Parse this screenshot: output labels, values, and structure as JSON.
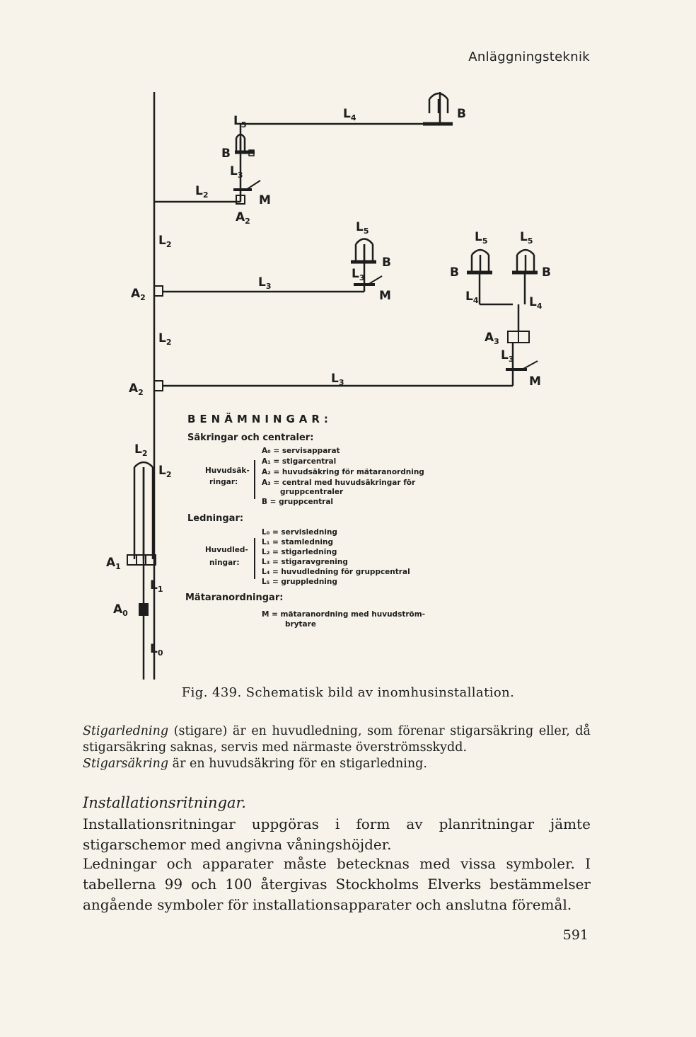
{
  "header": {
    "running_title": "Anläggningsteknik"
  },
  "figure": {
    "labels": {
      "L0": "L",
      "L0s": "0",
      "L1": "L",
      "L1s": "1",
      "L2": "L",
      "L2s": "2",
      "L3": "L",
      "L3s": "3",
      "L4": "L",
      "L4s": "4",
      "L5": "L",
      "L5s": "5",
      "A0": "A",
      "A0s": "0",
      "A1": "A",
      "A1s": "1",
      "A2": "A",
      "A2s": "2",
      "A3": "A",
      "A3s": "3",
      "B": "B",
      "M": "M"
    },
    "legend": {
      "title": "BENÄMNINGAR:",
      "fuses_heading": "Säkringar och centraler:",
      "fuses_group_1": "Huvudsäk-",
      "fuses_group_2": "ringar:",
      "fuses": [
        "A₀ = servisapparat",
        "A₁ = stigarcentral",
        "A₂ = huvudsäkring för mätaranordning",
        "A₃ = central med huvudsäkringar för",
        "gruppcentraler",
        "B  = gruppcentral"
      ],
      "lines_heading": "Ledningar:",
      "lines_group_1": "Huvudled-",
      "lines_group_2": "ningar:",
      "lines": [
        "L₀ = servisledning",
        "L₁ = stamledning",
        "L₂ = stigarledning",
        "L₃ = stigaravgrening",
        "L₄ = huvudledning för gruppcentral",
        "L₅ = gruppledning"
      ],
      "meters_heading": "Mätaranordningar:",
      "meters": [
        "M = mätaranordning med huvudström-",
        "brytare"
      ]
    },
    "caption": "Fig. 439. Schematisk bild av inomhusinstallation."
  },
  "body": {
    "p1_term1": "Stigarledning",
    "p1_text1": " (stigare) är en huvudledning, som förenar stigarsäkring eller, då stigarsäkring saknas, servis med närmaste överströmsskydd.",
    "p1_term2": "Stigarsäkring",
    "p1_text2": " är en huvudsäkring för en stigarledning.",
    "section_heading": "Installationsritningar.",
    "p2": "Installationsritningar uppgöras i form av planritningar jämte stigarschemor med angivna våningshöjder.",
    "p3": "Ledningar och apparater måste betecknas med vissa symboler. I tabellerna 99 och 100 återgivas Stockholms Elverks bestämmelser angående symboler för installationsapparater och anslutna föremål."
  },
  "page_number": "591"
}
